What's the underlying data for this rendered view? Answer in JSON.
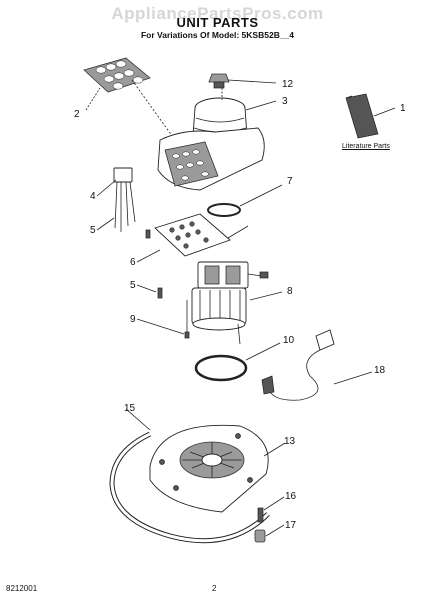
{
  "header": {
    "watermark": "AppliancePartsPros.com",
    "title": "UNIT PARTS",
    "subtitle": "For Variations Of Model: 5KSB52B__4"
  },
  "literature": {
    "label": "Literature Parts"
  },
  "callouts": {
    "c1": "1",
    "c2": "2",
    "c3": "3",
    "c4": "4",
    "c5a": "5",
    "c5b": "5",
    "c6": "6",
    "c7": "7",
    "c8": "8",
    "c9": "9",
    "c10": "10",
    "c12": "12",
    "c13": "13",
    "c15": "15",
    "c16": "16",
    "c17": "17",
    "c18": "18"
  },
  "footer": {
    "doc_number": "8212001",
    "page_number": "2"
  }
}
